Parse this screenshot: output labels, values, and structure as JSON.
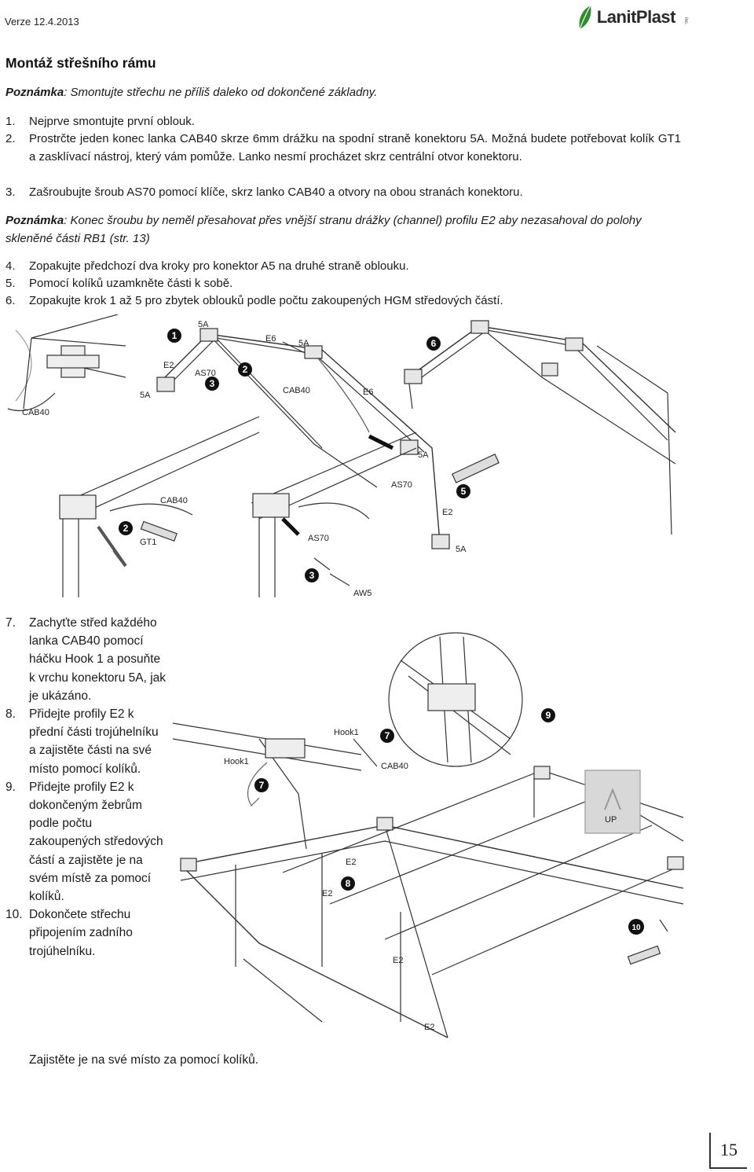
{
  "header": {
    "version": "Verze 12.4.2013",
    "logo_text": "LanitPlast",
    "logo_small": "Inc."
  },
  "title": "Montáž střešního rámu",
  "note1": {
    "label": "Poznámka",
    "text": ": Smontujte střechu ne příliš daleko od dokončené základny."
  },
  "steps_top": [
    {
      "num": "1.",
      "text": "Nejprve smontujte první oblouk."
    },
    {
      "num": "2.",
      "text": "Prostrčte jeden konec lanka CAB40 skrze 6mm drážku na spodní straně konektoru 5A. Možná budete potřebovat kolík GT1 a zasklívací nástroj, který vám pomůže. Lanko nesmí procházet skrz centrální otvor konektoru."
    },
    {
      "num": "3.",
      "text": "Zašroubujte šroub AS70 pomocí klíče, skrz lanko CAB40 a otvory na obou stranách konektoru."
    }
  ],
  "note2": {
    "label": "Poznámka",
    "text": ": Konec šroubu by neměl přesahovat přes vnější stranu drážky (channel) profilu E2 aby nezasahoval do polohy skleněné části RB1 (str. 13)"
  },
  "steps_mid": [
    {
      "num": "4.",
      "text": "Zopakujte předchozí dva kroky pro konektor A5 na druhé straně oblouku."
    },
    {
      "num": "5.",
      "text": "Pomocí kolíků uzamkněte části k sobě."
    },
    {
      "num": "6.",
      "text": "Zopakujte krok 1 až 5 pro zbytek oblouků podle počtu zakoupených HGM středových částí."
    }
  ],
  "figure1": {
    "labels": {
      "l5a_top": "5A",
      "e6_top": "E6",
      "l5a_mid": "5A",
      "e2": "E2",
      "as70_a": "AS70",
      "l5a_left": "5A",
      "cab40_a": "CAB40",
      "e6_mid": "E6",
      "cab40_inset": "CAB40",
      "l5a_right": "5A",
      "as70_b": "AS70",
      "e2_right": "E2",
      "l5a_bottom": "5A",
      "cab40_b": "CAB40",
      "gt1": "GT1",
      "as70_c": "AS70",
      "aw5": "AW5"
    },
    "callouts": {
      "c1": "1",
      "c2": "2",
      "c3": "3",
      "c6": "6",
      "c5": "5",
      "c2b": "2",
      "c3b": "3"
    }
  },
  "steps_side": [
    {
      "num": "7.",
      "text": "Zachyťte střed každého lanka CAB40 pomocí háčku Hook 1 a posuňte k vrchu konektoru 5A, jak je ukázáno."
    },
    {
      "num": "8.",
      "text": "Přidejte profily E2 k přední části trojúhelníku a zajistěte části na své místo pomocí kolíků."
    },
    {
      "num": "9.",
      "text": "Přidejte profily E2 k dokončeným žebrům podle počtu zakoupených středových částí a zajistěte je na svém místě za pomocí kolíků."
    },
    {
      "num": "10.",
      "text": "Dokončete střechu připojením zadního trojúhelníku."
    }
  ],
  "final_line": "Zajistěte je na své místo za pomocí kolíků.",
  "figure2": {
    "labels": {
      "hook1_a": "Hook1",
      "hook1_b": "Hook1",
      "cab40": "CAB40",
      "e2_a": "E2",
      "e2_b": "E2",
      "e2_c": "E2",
      "e2_d": "E2",
      "up": "UP"
    },
    "callouts": {
      "c7a": "7",
      "c7b": "7",
      "c8": "8",
      "c9": "9",
      "c10": "10"
    }
  },
  "page_number": "15"
}
